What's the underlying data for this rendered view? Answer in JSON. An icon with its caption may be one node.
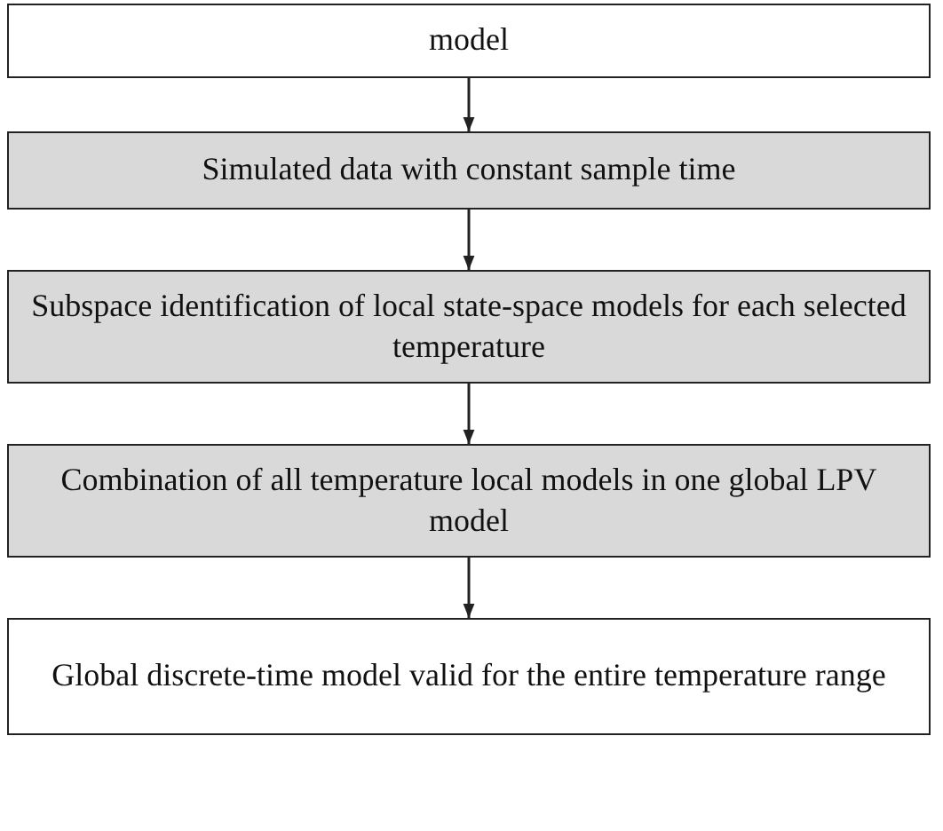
{
  "diagram": {
    "nodes": [
      {
        "text": [
          "model"
        ]
      },
      {
        "text": [
          "Simulated data with constant sample time"
        ]
      },
      {
        "text": [
          "Subspace identification of local state-space models for each selected temperature"
        ]
      },
      {
        "text": [
          "Combination of all temperature local models in one global LPV model"
        ]
      },
      {
        "text": [
          "Global discrete-time model valid for the entire temperature range"
        ]
      }
    ],
    "edges": [
      {
        "from": 0,
        "to": 1,
        "arrow": "to"
      },
      {
        "from": 1,
        "to": 2,
        "arrow": "to"
      },
      {
        "from": 2,
        "to": 3,
        "arrow": "to"
      },
      {
        "from": 3,
        "to": 4,
        "arrow": "to"
      }
    ]
  }
}
